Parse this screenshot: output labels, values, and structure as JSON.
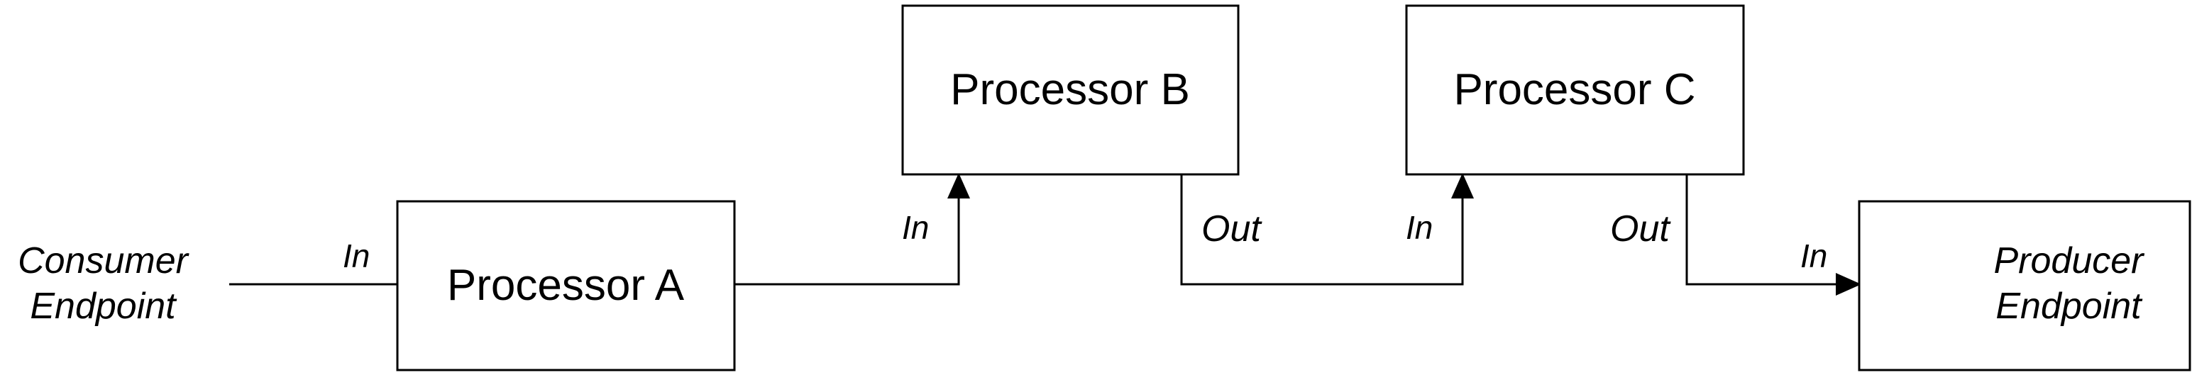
{
  "nodes": {
    "consumer": {
      "line1": "Consumer",
      "line2": "Endpoint"
    },
    "processor_a": {
      "label": "Processor A"
    },
    "processor_b": {
      "label": "Processor B"
    },
    "processor_c": {
      "label": "Processor C"
    },
    "producer": {
      "line1": "Producer",
      "line2": "Endpoint"
    }
  },
  "ports": {
    "in_a": "In",
    "in_b": "In",
    "out_b": "Out",
    "in_c": "In",
    "out_c": "Out",
    "in_producer": "In"
  },
  "edges": [
    {
      "from": "Consumer Endpoint",
      "to": "Processor A"
    },
    {
      "from": "Processor A",
      "to": "Processor B"
    },
    {
      "from": "Processor B",
      "to": "Processor C"
    },
    {
      "from": "Processor C",
      "to": "Producer Endpoint"
    }
  ]
}
